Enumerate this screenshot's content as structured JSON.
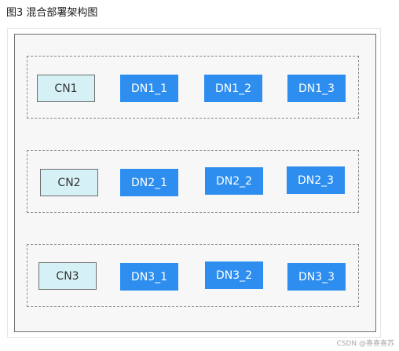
{
  "caption": "图3 混合部署架构图",
  "colors": {
    "cn_fill": "#d6f1f6",
    "dn_fill": "#2d8ef0",
    "canvas_bg": "#f7f7f7",
    "dashed_border": "#8a8a8a"
  },
  "groups": [
    {
      "cn": "CN1",
      "dns": [
        "DN1_1",
        "DN1_2",
        "DN1_3"
      ]
    },
    {
      "cn": "CN2",
      "dns": [
        "DN2_1",
        "DN2_2",
        "DN2_3"
      ]
    },
    {
      "cn": "CN3",
      "dns": [
        "DN3_1",
        "DN3_2",
        "DN3_3"
      ]
    }
  ],
  "watermark": "CSDN @喜喜喜苏"
}
